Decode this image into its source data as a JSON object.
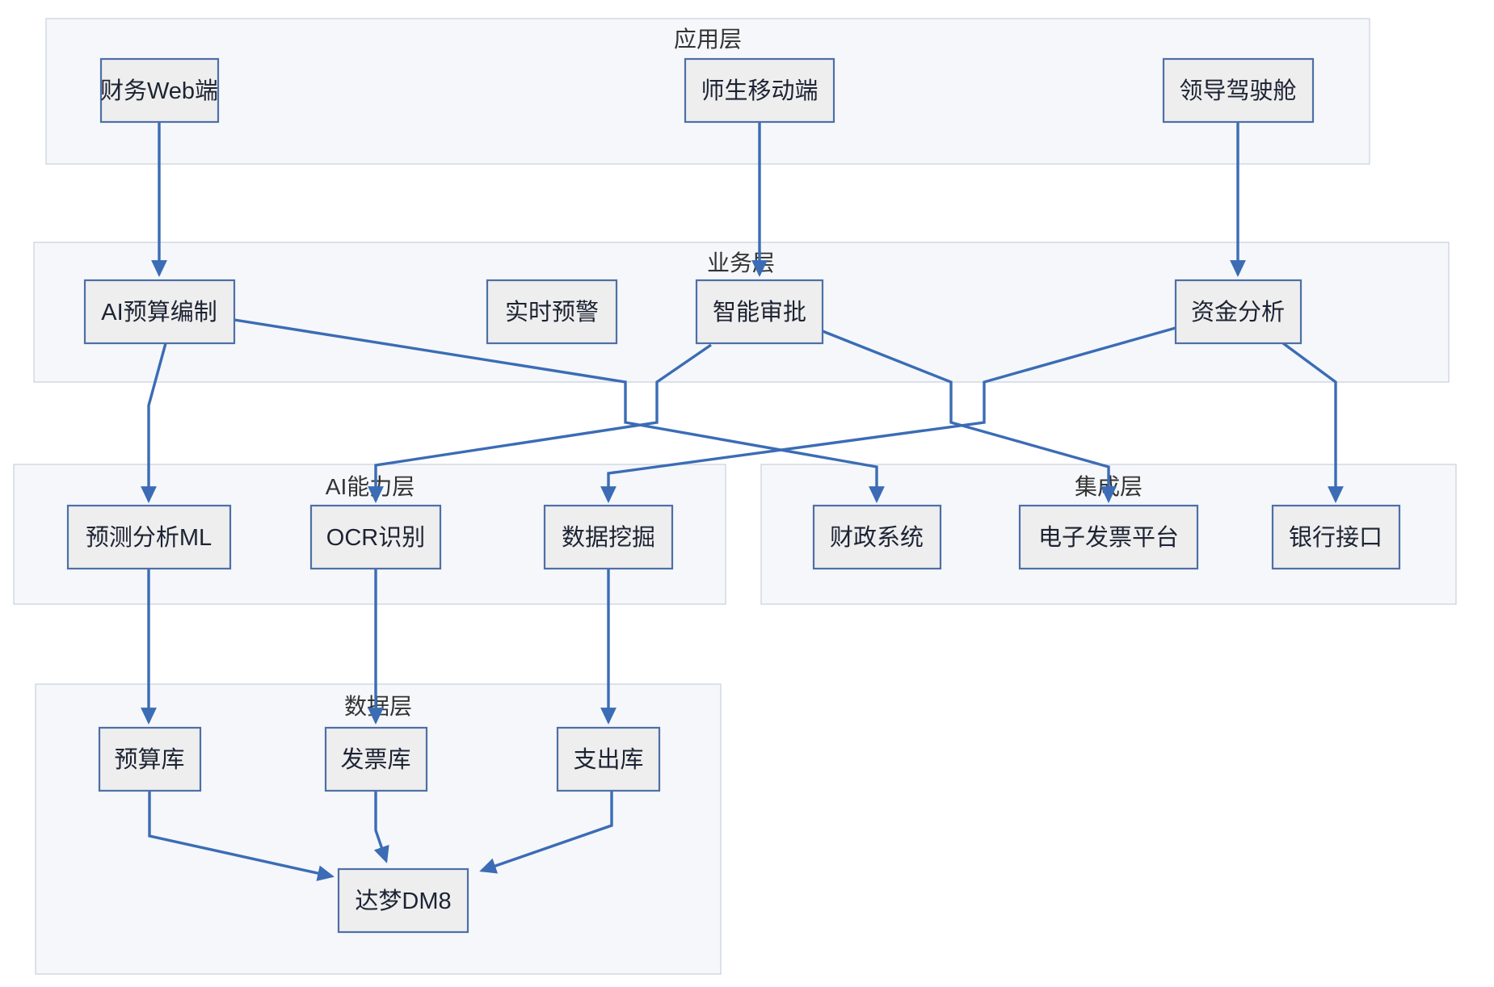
{
  "diagram_type": "layered-architecture-flowchart",
  "layers": {
    "app": {
      "label": "应用层"
    },
    "biz": {
      "label": "业务层"
    },
    "ai": {
      "label": "AI能力层"
    },
    "intg": {
      "label": "集成层"
    },
    "data": {
      "label": "数据层"
    }
  },
  "nodes": {
    "web": {
      "label": "财务Web端",
      "layer": "应用层"
    },
    "mobile": {
      "label": "师生移动端",
      "layer": "应用层"
    },
    "cockpit": {
      "label": "领导驾驶舱",
      "layer": "应用层"
    },
    "budget": {
      "label": "AI预算编制",
      "layer": "业务层"
    },
    "warning": {
      "label": "实时预警",
      "layer": "业务层"
    },
    "approval": {
      "label": "智能审批",
      "layer": "业务层"
    },
    "funds": {
      "label": "资金分析",
      "layer": "业务层"
    },
    "ml": {
      "label": "预测分析ML",
      "layer": "AI能力层"
    },
    "ocr": {
      "label": "OCR识别",
      "layer": "AI能力层"
    },
    "mining": {
      "label": "数据挖掘",
      "layer": "AI能力层"
    },
    "fiscal": {
      "label": "财政系统",
      "layer": "集成层"
    },
    "invoice": {
      "label": "电子发票平台",
      "layer": "集成层"
    },
    "bank": {
      "label": "银行接口",
      "layer": "集成层"
    },
    "budgetdb": {
      "label": "预算库",
      "layer": "数据层"
    },
    "invoicedb": {
      "label": "发票库",
      "layer": "数据层"
    },
    "expensedb": {
      "label": "支出库",
      "layer": "数据层"
    },
    "dm8": {
      "label": "达梦DM8",
      "layer": "数据层"
    }
  },
  "edges": [
    {
      "from": "财务Web端",
      "to": "AI预算编制"
    },
    {
      "from": "师生移动端",
      "to": "智能审批"
    },
    {
      "from": "领导驾驶舱",
      "to": "资金分析"
    },
    {
      "from": "AI预算编制",
      "to": "预测分析ML"
    },
    {
      "from": "AI预算编制",
      "to": "财政系统"
    },
    {
      "from": "智能审批",
      "to": "OCR识别"
    },
    {
      "from": "智能审批",
      "to": "电子发票平台"
    },
    {
      "from": "资金分析",
      "to": "数据挖掘"
    },
    {
      "from": "资金分析",
      "to": "银行接口"
    },
    {
      "from": "预测分析ML",
      "to": "预算库"
    },
    {
      "from": "OCR识别",
      "to": "发票库"
    },
    {
      "from": "数据挖掘",
      "to": "支出库"
    },
    {
      "from": "预算库",
      "to": "达梦DM8"
    },
    {
      "from": "发票库",
      "to": "达梦DM8"
    },
    {
      "from": "支出库",
      "to": "达梦DM8"
    }
  ],
  "colors": {
    "edge": "#3b6cb5",
    "node_border": "#4e6fa8",
    "node_fill": "#eeeeee",
    "node_text": "#1c2333",
    "layer_fill": "#f5f7fa",
    "layer_border": "#ccd3e0",
    "layer_label_text": "#333333",
    "background": "#ffffff"
  }
}
